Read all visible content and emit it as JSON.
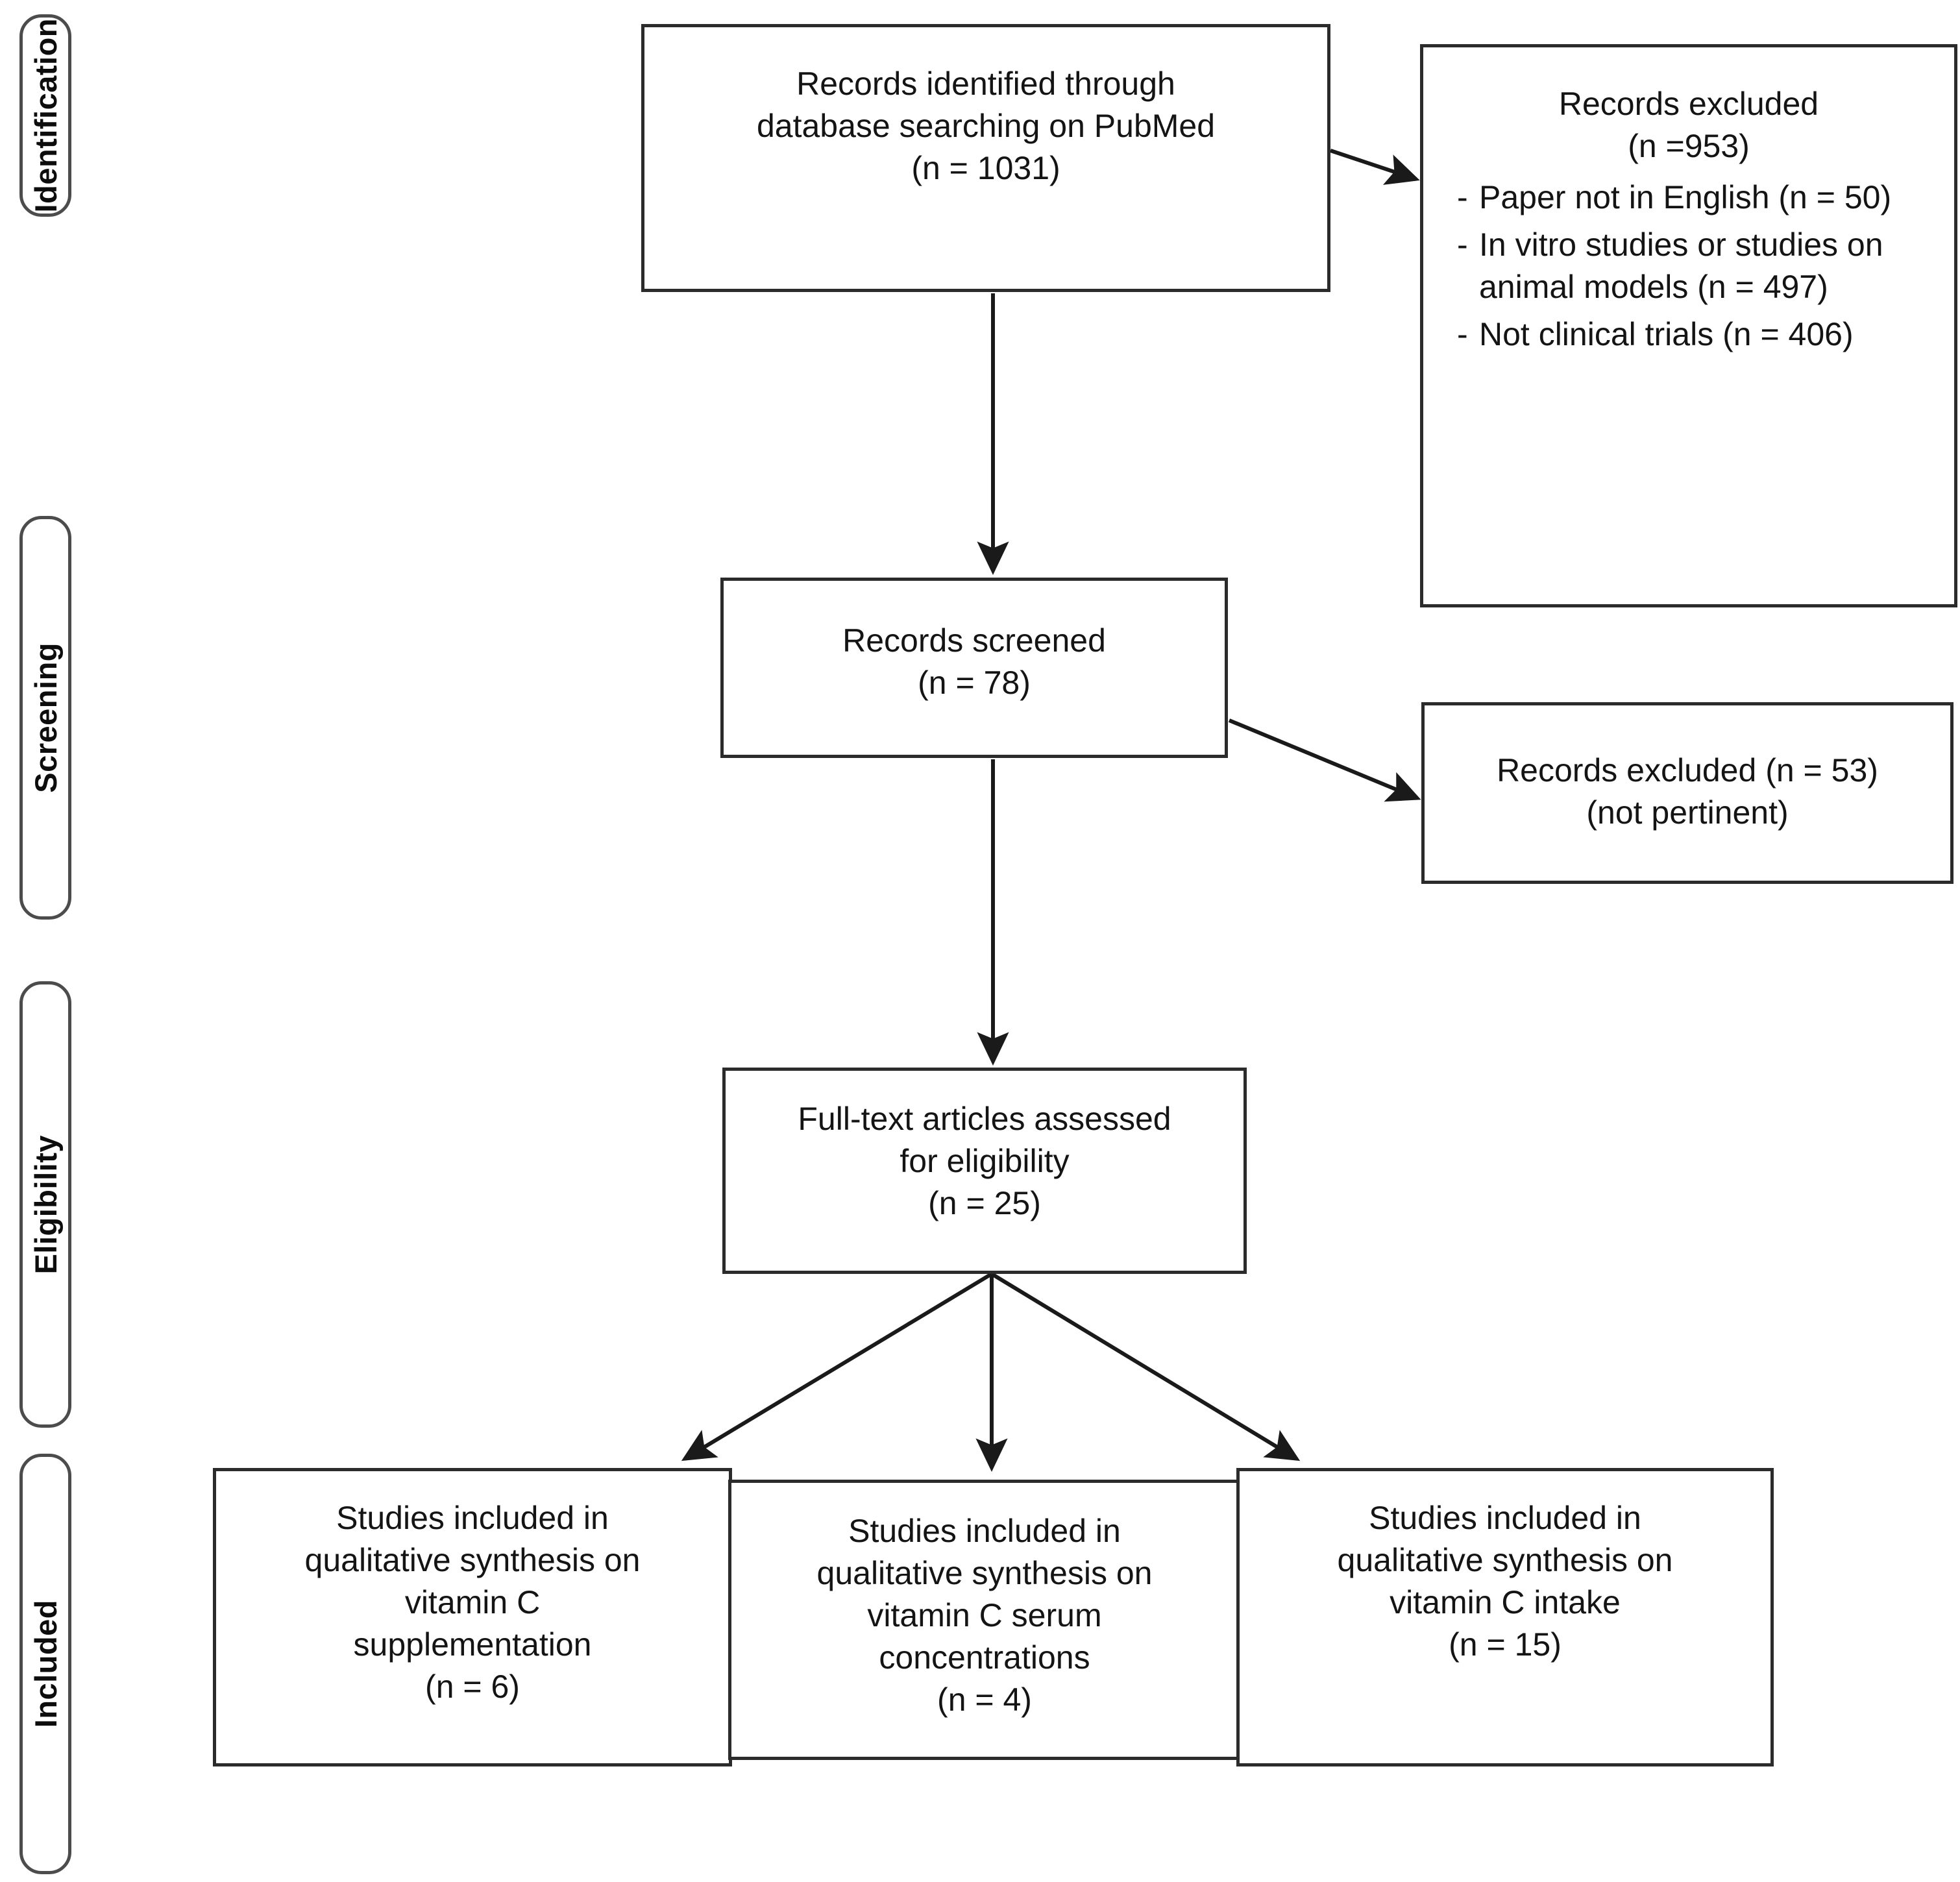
{
  "diagram": {
    "type": "prisma-flow-diagram",
    "stages": [
      {
        "id": "identification",
        "label": "Identification"
      },
      {
        "id": "screening",
        "label": "Screening"
      },
      {
        "id": "eligibility",
        "label": "Eligibility"
      },
      {
        "id": "included",
        "label": "Included"
      }
    ],
    "nodes": {
      "identified": {
        "lines": [
          "Records identified through",
          "database searching on PubMed",
          "(n = 1031)"
        ],
        "count": 1031
      },
      "excluded_screening": {
        "lines": [
          "Records excluded",
          "(n =953)"
        ],
        "count": 953,
        "bullets": [
          {
            "marker": "-",
            "text": "Paper not in English (n = 50)",
            "count": 50
          },
          {
            "marker": "-",
            "text": "In vitro studies or studies on animal models (n = 497)",
            "count": 497
          },
          {
            "marker": "-",
            "text": "Not clinical  trials (n = 406)",
            "count": 406
          }
        ]
      },
      "screened": {
        "lines": [
          "Records screened",
          "(n = 78)"
        ],
        "count": 78
      },
      "excluded_not_pertinent": {
        "lines": [
          "Records excluded (n = 53)",
          "(not pertinent)"
        ],
        "count": 53
      },
      "fulltext": {
        "lines": [
          "Full-text articles assessed",
          "for eligibility",
          "(n = 25)"
        ],
        "count": 25
      },
      "included_supplementation": {
        "lines": [
          "Studies included in",
          "qualitative synthesis on",
          "vitamin C",
          "supplementation",
          "(n = 6)"
        ],
        "count": 6
      },
      "included_serum": {
        "lines": [
          "Studies included in",
          "qualitative synthesis on",
          "vitamin C serum",
          "concentrations",
          "(n = 4)"
        ],
        "count": 4
      },
      "included_intake": {
        "lines": [
          "Studies included in",
          "qualitative synthesis on",
          "vitamin C intake",
          "(n = 15)"
        ],
        "count": 15
      }
    },
    "colors": {
      "box_border": "#2b2b2b",
      "stage_border": "#4c4c4c",
      "background": "#ffffff",
      "text": "#141414",
      "connector": "#1a1a1a"
    }
  }
}
